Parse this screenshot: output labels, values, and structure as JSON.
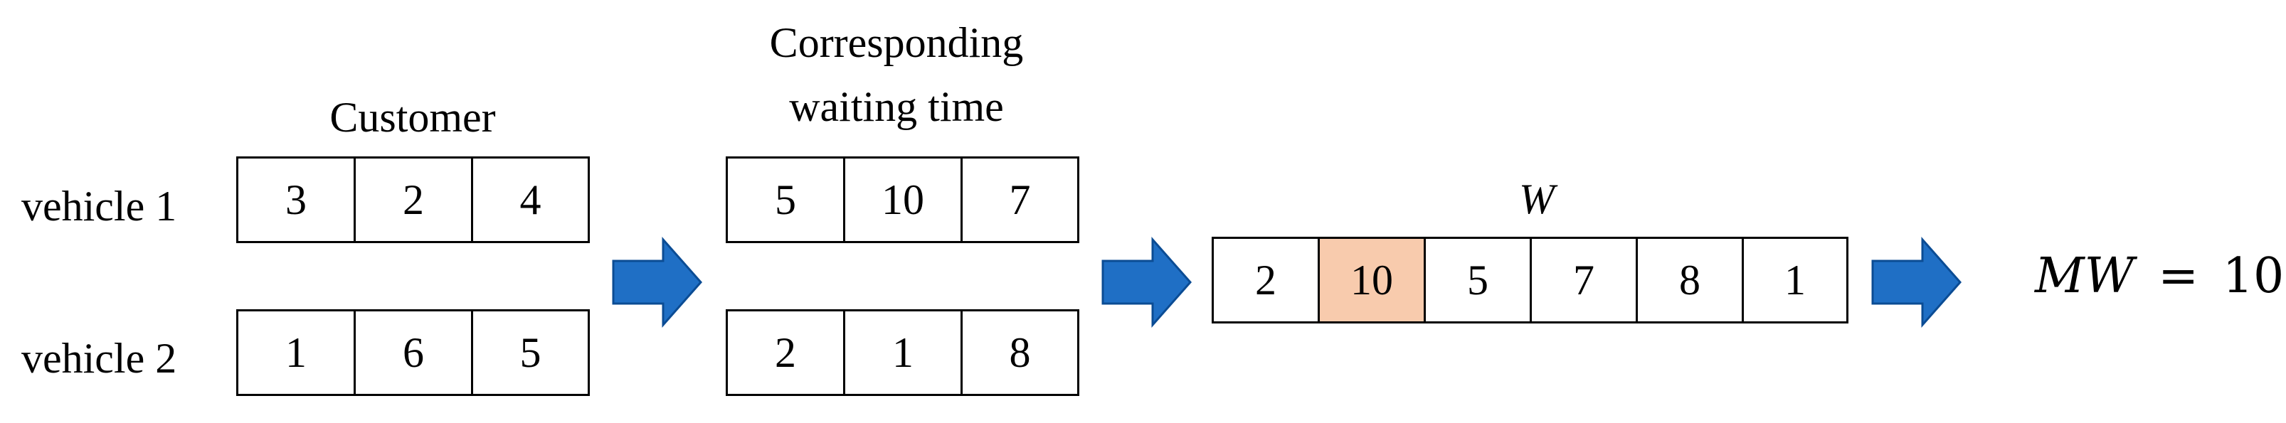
{
  "customer_header": "Customer",
  "waiting_header": [
    "Corresponding",
    "waiting time"
  ],
  "w_label": "W",
  "vehicles": [
    {
      "label": "vehicle 1",
      "customers": [
        "3",
        "2",
        "4"
      ],
      "waiting": [
        "5",
        "10",
        "7"
      ]
    },
    {
      "label": "vehicle 2",
      "customers": [
        "1",
        "6",
        "5"
      ],
      "waiting": [
        "2",
        "1",
        "8"
      ]
    }
  ],
  "w_values": [
    "2",
    "10",
    "5",
    "7",
    "8",
    "1"
  ],
  "w_highlight_index": 1,
  "result": {
    "lhs": "MW",
    "eq": "=",
    "rhs": "10"
  },
  "colors": {
    "arrow": "#1f6fc5",
    "highlight": "#f8cbad"
  }
}
